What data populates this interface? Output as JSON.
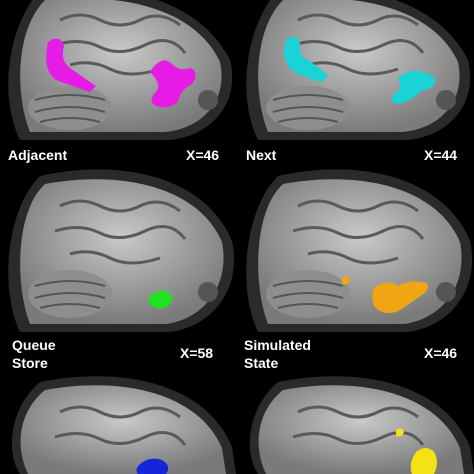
{
  "panels": [
    {
      "name": "Adjacent",
      "x_label": "X=46",
      "color": "#e61ce6"
    },
    {
      "name": "Next",
      "x_label": "X=44",
      "color": "#19d3d6"
    },
    {
      "name": "Queue\nStore",
      "x_label": "X=58",
      "color": "#22e022"
    },
    {
      "name": "Simulated\nState",
      "x_label": "X=46",
      "color": "#f0a515"
    },
    {
      "name": "",
      "x_label": "",
      "color": "#1426d8"
    },
    {
      "name": "",
      "x_label": "",
      "color": "#f4e214"
    }
  ]
}
